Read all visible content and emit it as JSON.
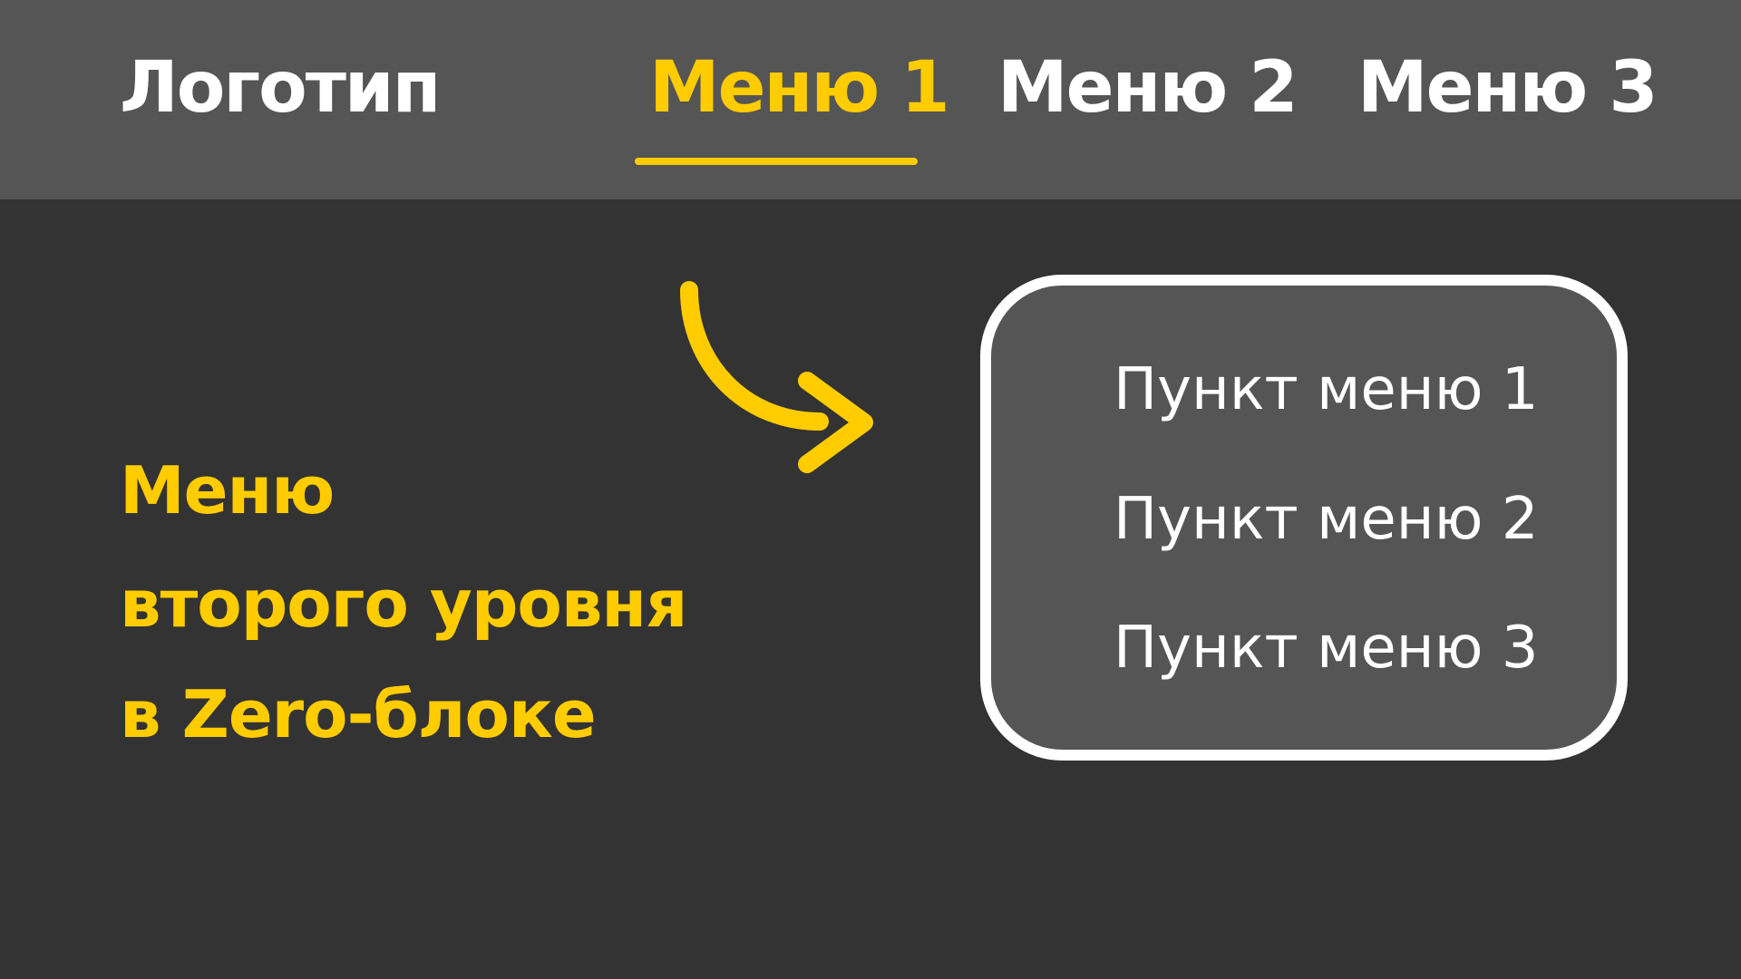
{
  "header": {
    "logo": "Логотип",
    "menu": [
      {
        "label": "Меню 1",
        "active": true
      },
      {
        "label": "Меню 2",
        "active": false
      },
      {
        "label": "Меню 3",
        "active": false
      }
    ]
  },
  "caption": {
    "lines": [
      "Меню",
      "второго уровня",
      "в Zero-блоке"
    ]
  },
  "submenu": {
    "items": [
      "Пункт меню 1",
      "Пункт меню 2",
      "Пункт меню 3"
    ]
  },
  "colors": {
    "accent": "#ffcc00",
    "header_bg": "#555555",
    "page_bg": "#333333"
  },
  "icons": {
    "arrow": "curved-arrow-icon"
  }
}
